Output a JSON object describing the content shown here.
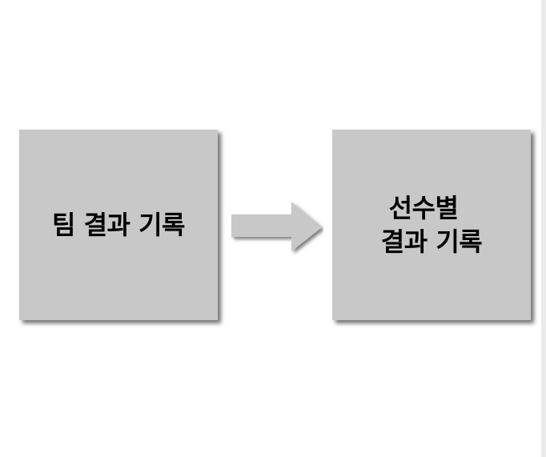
{
  "diagram": {
    "source_box": {
      "label": "팀 결과 기록"
    },
    "target_box": {
      "label_line1": "선수별",
      "label_line2": "결과 기록"
    },
    "colors": {
      "box_fill": "#c8c8c8",
      "arrow_fill": "#c8c8c8",
      "text": "#000000",
      "background": "#ffffff"
    }
  }
}
